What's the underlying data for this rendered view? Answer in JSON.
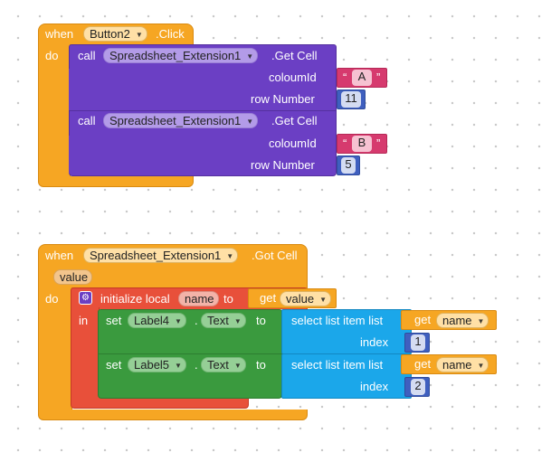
{
  "event1": {
    "when": "when",
    "component": "Button2",
    "event": ".Click",
    "do": "do",
    "calls": [
      {
        "call": "call",
        "component": "Spreadsheet_Extension1",
        "method": ".Get Cell",
        "param1_label": "coloumId",
        "quote_open": "“",
        "quote_close": "”",
        "col_value": "A",
        "param2_label": "row Number",
        "row_value": "11"
      },
      {
        "call": "call",
        "component": "Spreadsheet_Extension1",
        "method": ".Get Cell",
        "param1_label": "coloumId",
        "quote_open": "“",
        "quote_close": "”",
        "col_value": "B",
        "param2_label": "row Number",
        "row_value": "5"
      }
    ]
  },
  "event2": {
    "when": "when",
    "component": "Spreadsheet_Extension1",
    "event": ".Got Cell",
    "param": "value",
    "do": "do",
    "init_label": "initialize local",
    "local_name": "name",
    "to": "to",
    "get": "get",
    "get_var": "value",
    "in": "in",
    "sets": [
      {
        "set": "set",
        "component": "Label4",
        "dot": ".",
        "property": "Text",
        "to": "to",
        "select": "select list item  list",
        "get": "get",
        "var": "name",
        "index_label": "index",
        "index": "1"
      },
      {
        "set": "set",
        "component": "Label5",
        "dot": ".",
        "property": "Text",
        "to": "to",
        "select": "select list item  list",
        "get": "get",
        "var": "name",
        "index_label": "index",
        "index": "2"
      }
    ]
  },
  "colors": {
    "event": "#f6a623",
    "call": "#6b3fc4",
    "local": "#e8503a",
    "set": "#3a9a3e",
    "list": "#1ba7ea",
    "text": "#d63a6e",
    "math": "#3f5fbf"
  }
}
